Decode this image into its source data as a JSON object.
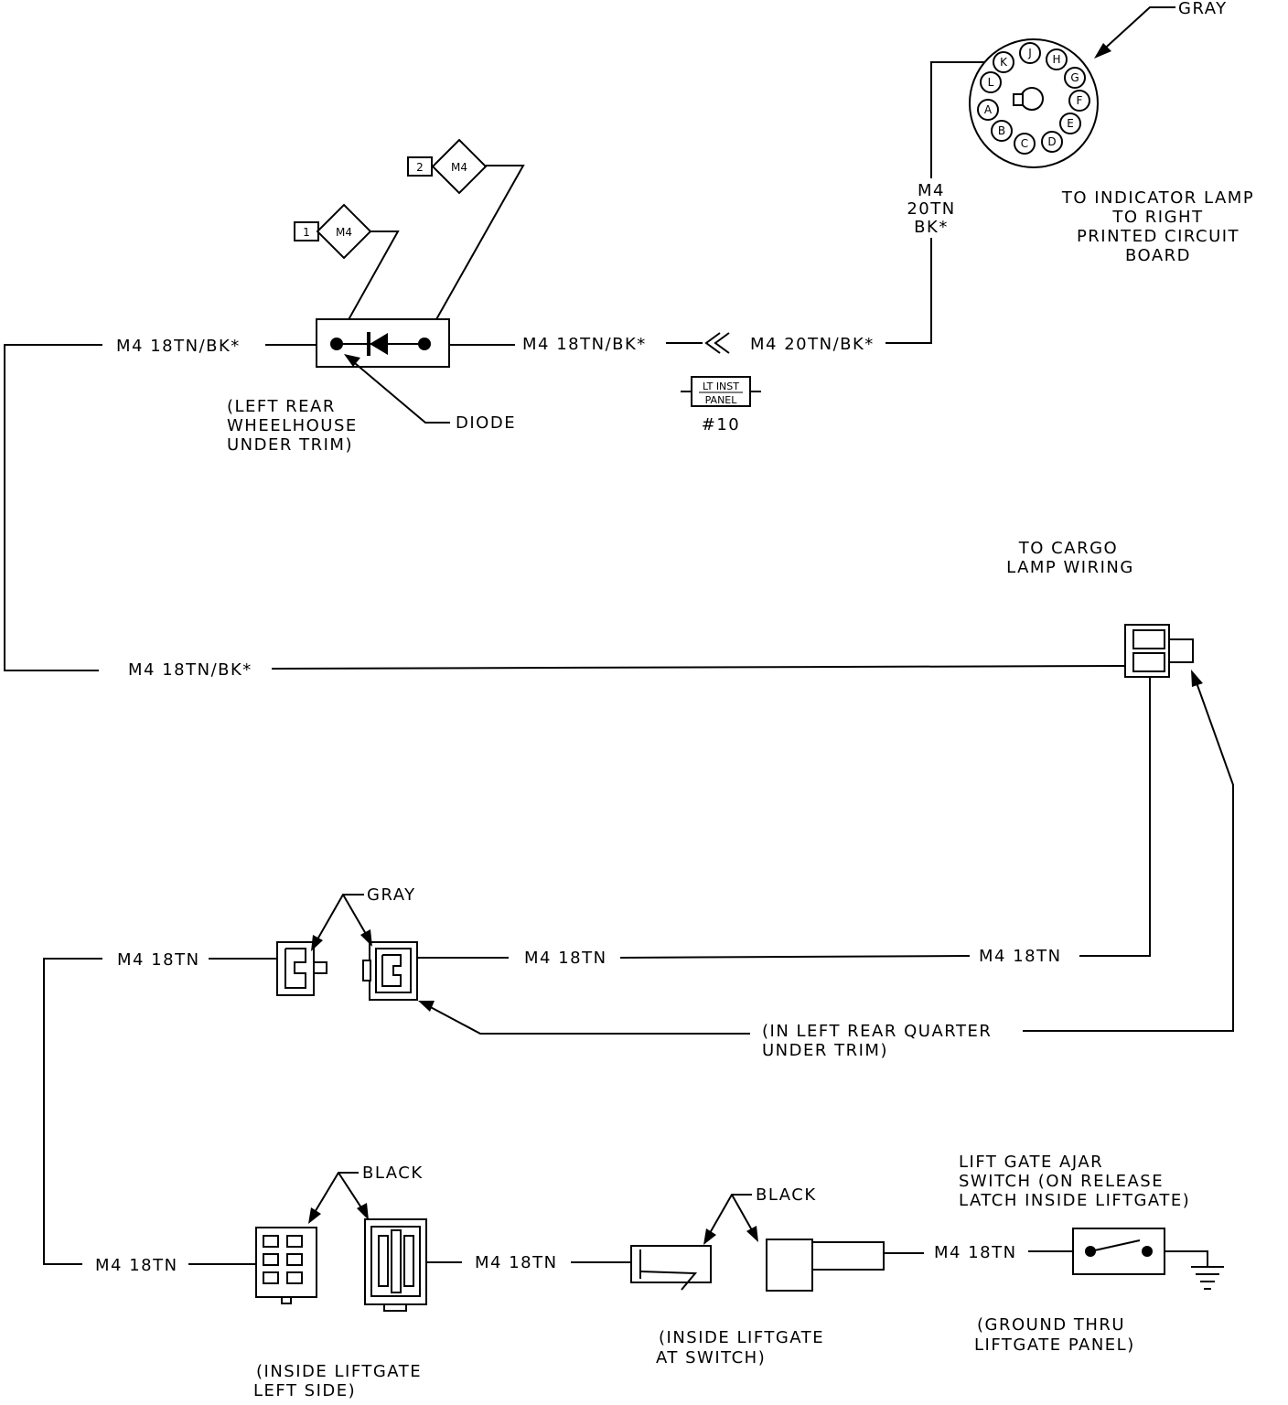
{
  "indicator_connector": {
    "color_label": "GRAY",
    "pins": [
      "K",
      "J",
      "H",
      "G",
      "F",
      "E",
      "D",
      "C",
      "B",
      "A",
      "L"
    ],
    "destination": [
      "TO INDICATOR LAMP",
      "TO RIGHT",
      "PRINTED CIRCUIT",
      "BOARD"
    ]
  },
  "vertical_wire": [
    "M4",
    "20TN",
    "BK*"
  ],
  "splices": [
    {
      "number": "1",
      "code": "M4"
    },
    {
      "number": "2",
      "code": "M4"
    }
  ],
  "wires": {
    "top_left": "M4 18TN/BK*",
    "top_middle": "M4 18TN/BK*",
    "top_right": "M4 20TN/BK*",
    "cargo": "M4 18TN/BK*",
    "mid_left": "M4 18TN",
    "mid_center": "M4 18TN",
    "mid_right": "M4 18TN",
    "bottom_left": "M4 18TN",
    "bottom_center": "M4 18TN",
    "bottom_right": "M4 18TN"
  },
  "inline_connector": {
    "line1": "LT INST",
    "line2": "PANEL",
    "number": "#10"
  },
  "diode": {
    "label": "DIODE",
    "location": [
      "(LEFT REAR",
      "WHEELHOUSE",
      "UNDER TRIM)"
    ]
  },
  "cargo_lamp": [
    "TO CARGO",
    "LAMP WIRING"
  ],
  "quarter_connector": {
    "color_label": "GRAY",
    "location": [
      "(IN LEFT REAR QUARTER",
      "UNDER TRIM)"
    ]
  },
  "liftgate_left": {
    "color_label": "BLACK",
    "location": [
      "(INSIDE LIFTGATE",
      "LEFT SIDE)"
    ]
  },
  "liftgate_switch_conn": {
    "color_label": "BLACK",
    "location": [
      "(INSIDE LIFTGATE",
      "AT SWITCH)"
    ]
  },
  "ajar_switch": {
    "label": [
      "LIFT GATE AJAR",
      "SWITCH (ON RELEASE",
      "LATCH INSIDE LIFTGATE)"
    ],
    "ground": [
      "(GROUND THRU",
      "LIFTGATE PANEL)"
    ]
  }
}
